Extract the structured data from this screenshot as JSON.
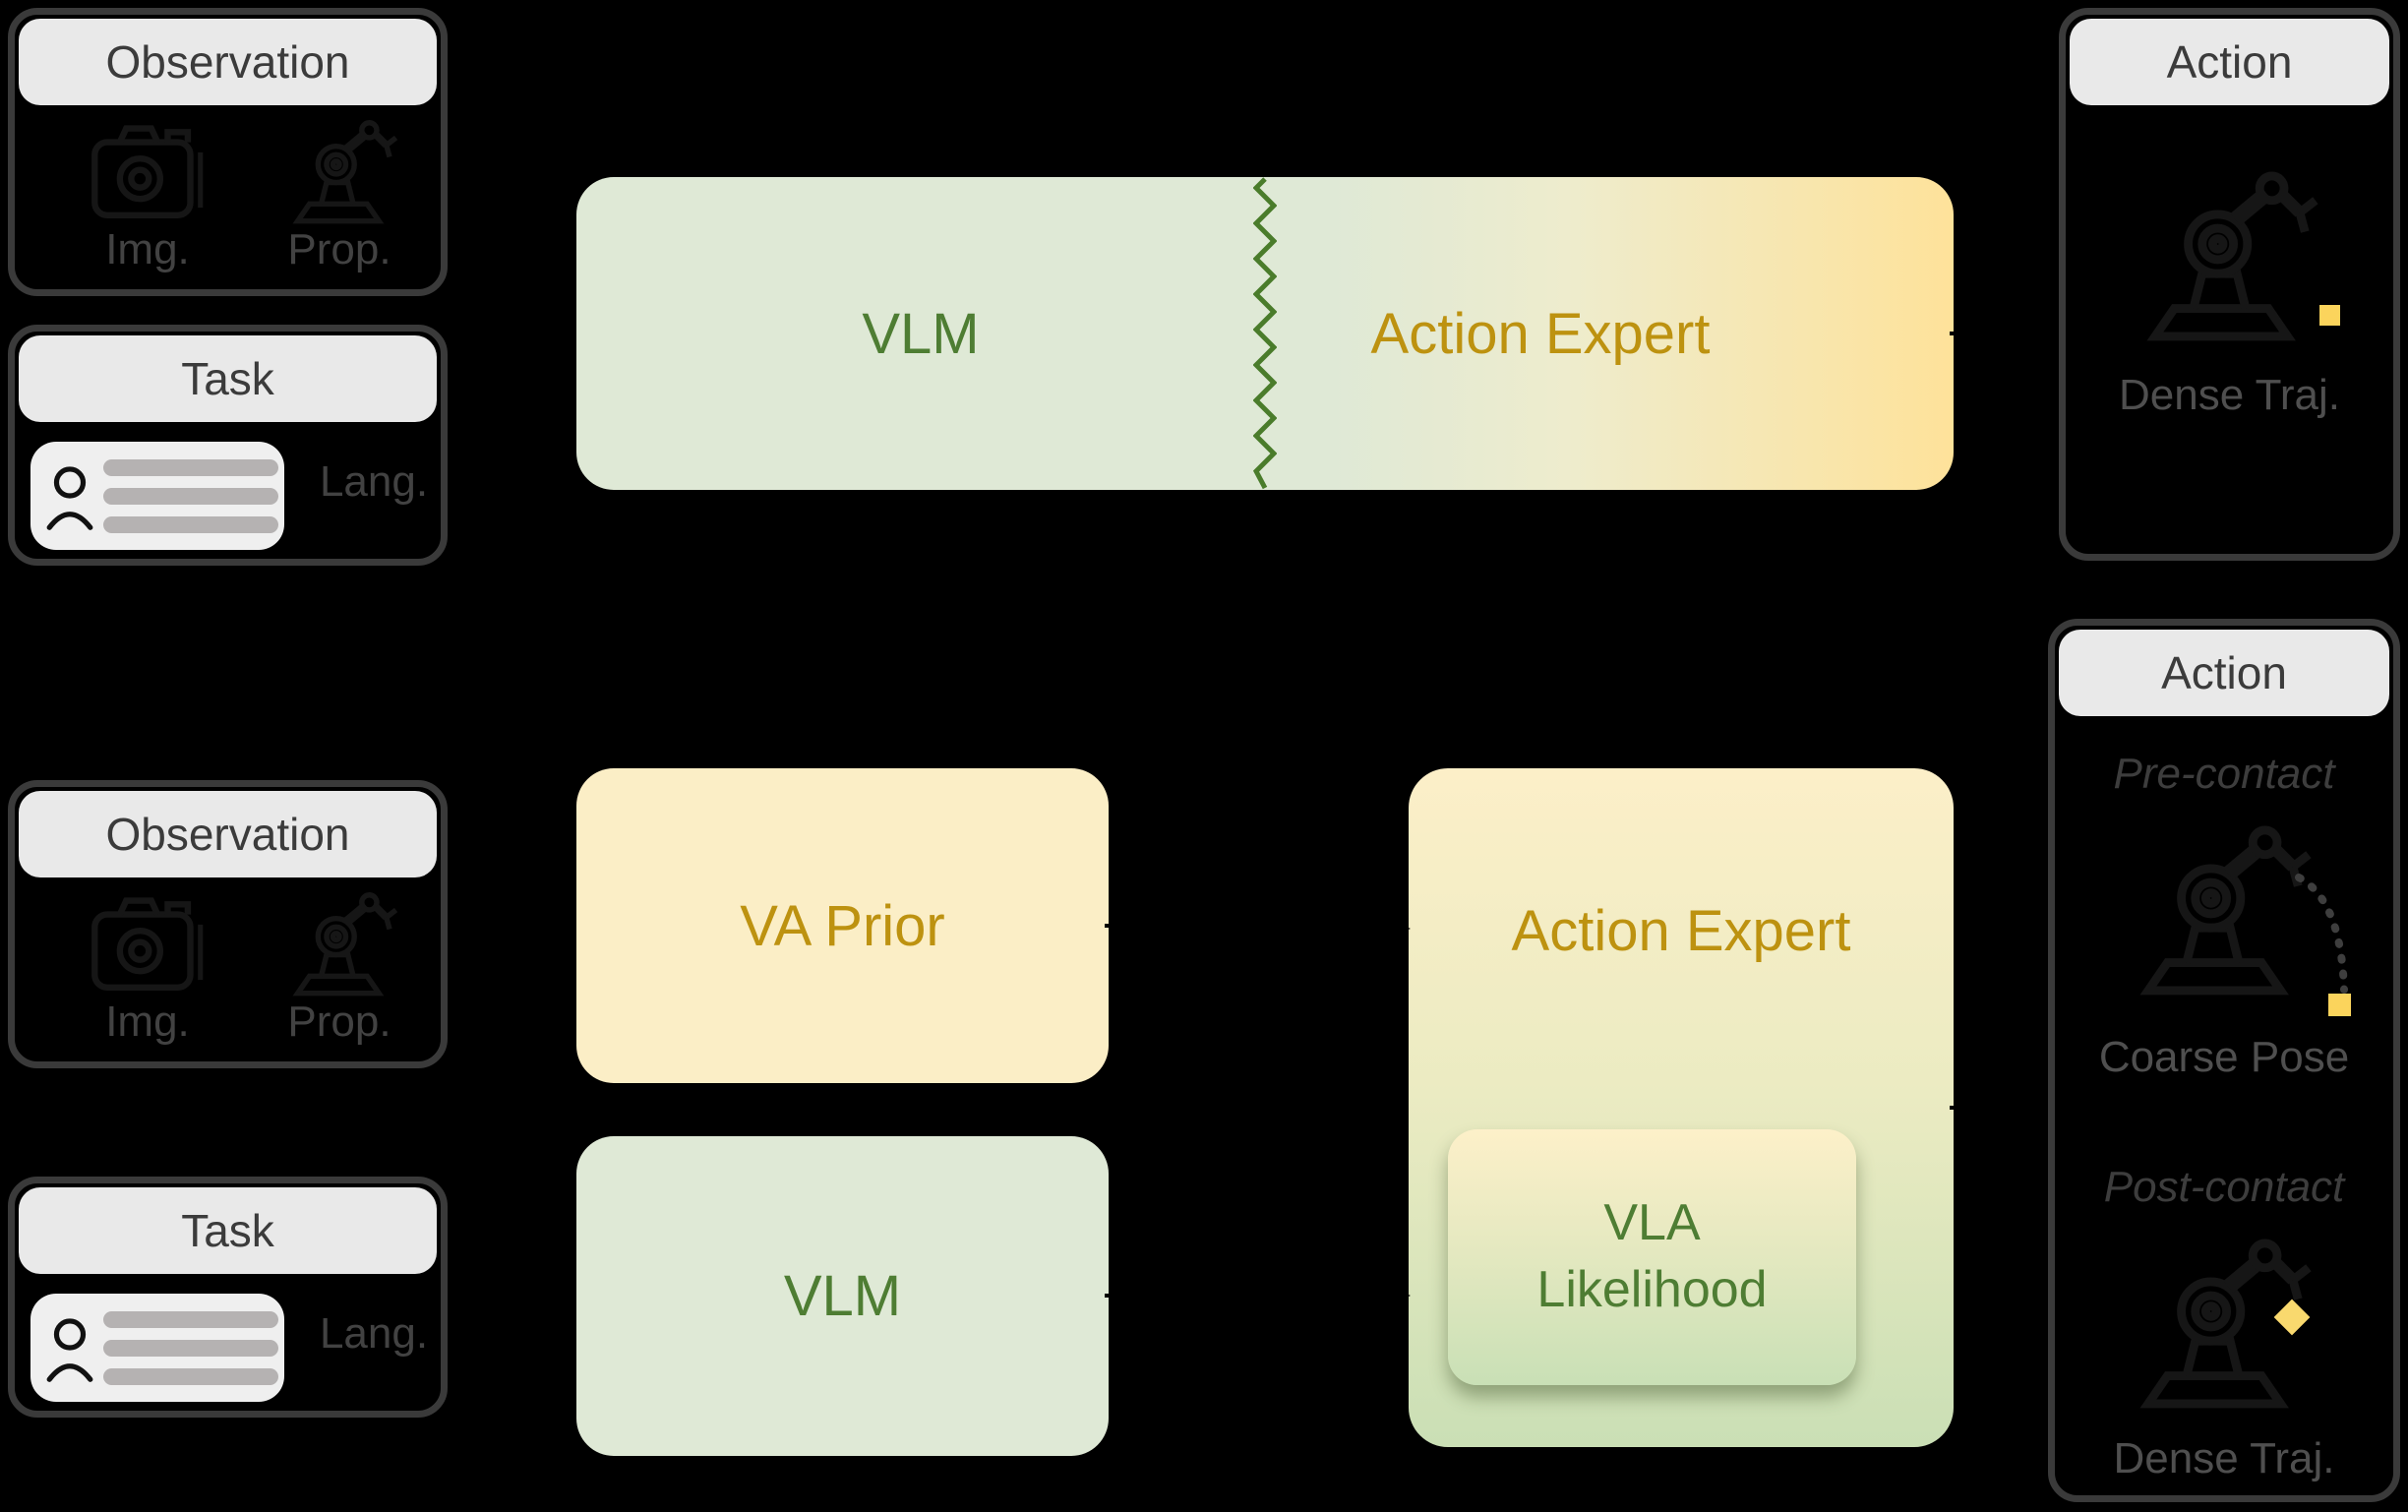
{
  "colors": {
    "bg": "#000000",
    "border_color": "#3a3a3a",
    "header_bg": "#e9e9e9",
    "header_text": "#3b3b3b",
    "label_gray": "#424242",
    "caption_gray": "#4f4f4f",
    "italic_gray": "#3d3d3d",
    "green_fill": "#dfe9d6",
    "green_text": "#4e7d33",
    "zigzag_green": "#4a7c2b",
    "gold_text": "#bd9210",
    "cream_fill": "#fbeec6",
    "yellow_grad_mid": "#eeeccd",
    "yellow_grad_end": "#fee29a",
    "ae2_top": "#fcefc8",
    "ae2_mid": "#ebebc2",
    "ae2_bottom": "#cadfb5",
    "vla_top": "#fdf0c9",
    "vla_bottom": "#c9e0b6",
    "marker_yellow": "#fbd45c",
    "cube_yellow": "#f9d96e",
    "card_bg": "#efefef",
    "bar_gray": "#b5b2b2",
    "icon_black": "#161616",
    "dots_gray": "#3e3e3e",
    "arrow_black": "#000000"
  },
  "top": {
    "observation": {
      "title": "Observation",
      "img_label": "Img.",
      "prop_label": "Prop."
    },
    "task": {
      "title": "Task",
      "lang_label": "Lang."
    },
    "model": {
      "vlm": "VLM",
      "action_expert": "Action Expert"
    },
    "action": {
      "title": "Action",
      "caption": "Dense Traj."
    }
  },
  "bottom": {
    "observation": {
      "title": "Observation",
      "img_label": "Img.",
      "prop_label": "Prop."
    },
    "task": {
      "title": "Task",
      "lang_label": "Lang."
    },
    "va_prior": {
      "label": "VA Prior"
    },
    "vlm": {
      "label": "VLM"
    },
    "action_expert": {
      "label": "Action Expert",
      "vla_line1": "VLA",
      "vla_line2": "Likelihood"
    },
    "action": {
      "title": "Action",
      "phase_pre": "Pre-contact",
      "caption_pre": "Coarse Pose",
      "phase_post": "Post-contact",
      "caption_post": "Dense Traj."
    }
  }
}
